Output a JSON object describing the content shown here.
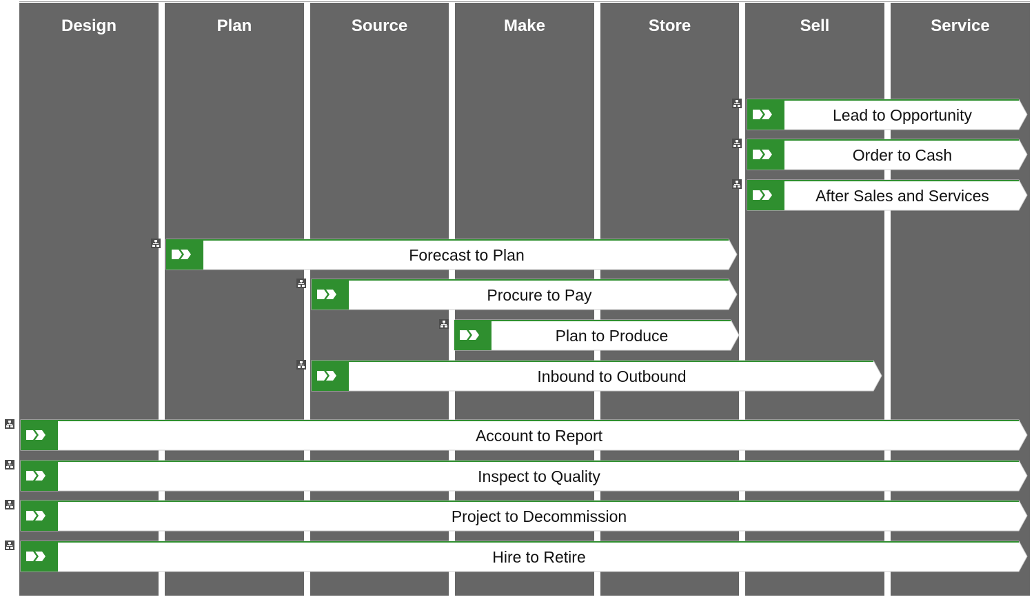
{
  "colors": {
    "lane": "#666666",
    "process_green": "#2f8f2f",
    "bar_fill": "#ffffff",
    "bar_border": "#cfcfcf"
  },
  "icons": {
    "process": "process-chevron-icon",
    "hierarchy": "hierarchy-icon"
  },
  "lanes": [
    {
      "title": "Design"
    },
    {
      "title": "Plan"
    },
    {
      "title": "Source"
    },
    {
      "title": "Make"
    },
    {
      "title": "Store"
    },
    {
      "title": "Sell"
    },
    {
      "title": "Service"
    }
  ],
  "processes": [
    {
      "label": "Lead to Opportunity"
    },
    {
      "label": "Order to Cash"
    },
    {
      "label": "After Sales and Services"
    },
    {
      "label": "Forecast to Plan"
    },
    {
      "label": "Procure to Pay"
    },
    {
      "label": "Plan to Produce"
    },
    {
      "label": "Inbound to Outbound"
    },
    {
      "label": "Account to Report"
    },
    {
      "label": "Inspect to Quality"
    },
    {
      "label": "Project to Decommission"
    },
    {
      "label": "Hire to Retire"
    }
  ]
}
